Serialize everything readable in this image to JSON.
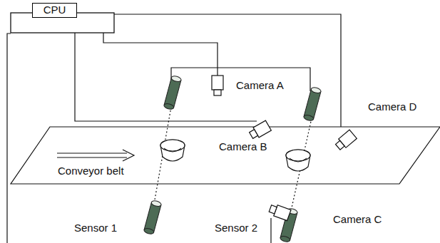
{
  "diagram": {
    "nodes": [
      {
        "text": [
          "CPU"
        ]
      }
    ],
    "labels": [
      "Camera A",
      "Camera D",
      "Camera B",
      "Conveyor belt",
      "Sensor 1",
      "Sensor 2",
      "Camera C"
    ]
  }
}
